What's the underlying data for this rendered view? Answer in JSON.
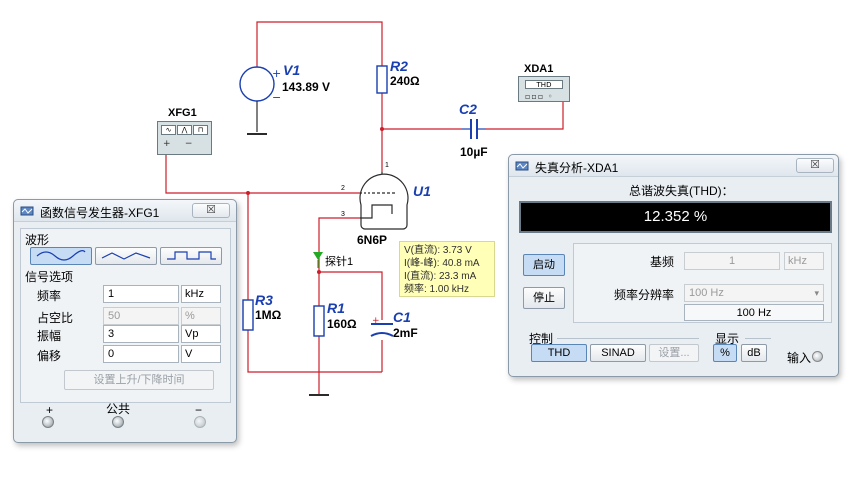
{
  "schematic": {
    "v1": {
      "ref": "V1",
      "value": "143.89 V"
    },
    "r2": {
      "ref": "R2",
      "value": "240Ω"
    },
    "c2": {
      "ref": "C2",
      "value": "10µF"
    },
    "xda1": {
      "title": "XDA1",
      "label": "THD"
    },
    "xfg1": {
      "title": "XFG1"
    },
    "u1": {
      "ref": "U1",
      "value": "6N6P",
      "pin1": "1",
      "pin2": "2",
      "pin3": "3"
    },
    "r3": {
      "ref": "R3",
      "value": "1MΩ"
    },
    "r1": {
      "ref": "R1",
      "value": "160Ω"
    },
    "c1": {
      "ref": "C1",
      "value": "2mF"
    },
    "probe": {
      "name": "探针1",
      "lines": [
        "V(直流): 3.73 V",
        "I(峰-峰): 40.8 mA",
        "I(直流): 23.3 mA",
        "频率: 1.00 kHz"
      ]
    },
    "colors": {
      "wire": "#cc1f2a",
      "ground": "#2b2b2b",
      "component": "#1a3fb0"
    }
  },
  "funcgen": {
    "title": "函数信号发生器-XFG1",
    "close": "☒",
    "waveform_label": "波形",
    "options_label": "信号选项",
    "fields": [
      {
        "label": "频率",
        "value": "1",
        "unit": "kHz",
        "disabled": false
      },
      {
        "label": "占空比",
        "value": "50",
        "unit": "%",
        "disabled": true
      },
      {
        "label": "振幅",
        "value": "3",
        "unit": "Vp",
        "disabled": false
      },
      {
        "label": "偏移",
        "value": "0",
        "unit": "V",
        "disabled": false
      }
    ],
    "risefall_button": "设置上升/下降时间",
    "terminals": {
      "plus": "+",
      "common": "公共",
      "minus": "−"
    }
  },
  "analyzer": {
    "title": "失真分析-XDA1",
    "close": "☒",
    "thd_caption": "总谐波失真(THD)：",
    "thd_value": "12.352 %",
    "start_button": "启动",
    "stop_button": "停止",
    "fundamental_label": "基频",
    "fundamental_value": "1",
    "fundamental_unit": "kHz",
    "resolution_label": "频率分辨率",
    "resolution_value": "100 Hz",
    "resolution_display": "100 Hz",
    "control_label": "控制",
    "thd_button": "THD",
    "sinad_button": "SINAD",
    "settings_button": "设置...",
    "display_label": "显示",
    "percent_button": "%",
    "db_button": "dB",
    "input_label": "输入"
  }
}
